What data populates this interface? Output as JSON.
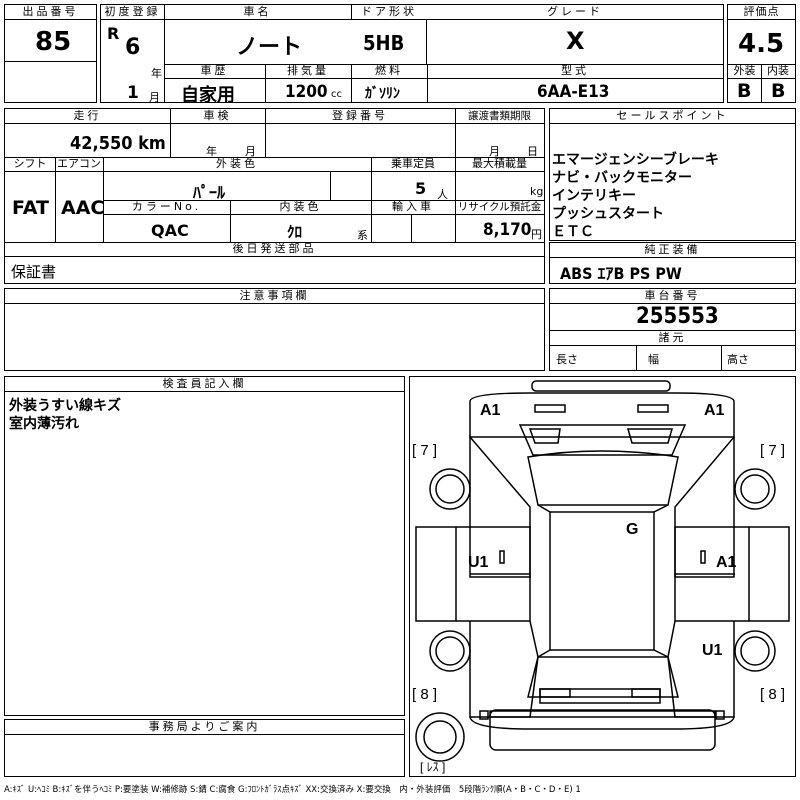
{
  "header": {
    "lot_label": "出品番号",
    "lot_value": "85",
    "first_reg_label": "初度登録",
    "era": "R",
    "reg_year": "6",
    "year_unit": "年",
    "reg_month": "1",
    "month_unit": "月",
    "name_label": "車名",
    "name_value": "ノート",
    "door_label": "ドア形状",
    "door_value": "5HB",
    "grade_label": "グレード",
    "grade_value": "X",
    "score_label": "評価点",
    "score_value": "4.5",
    "history_label": "車歴",
    "history_value": "自家用",
    "displacement_label": "排気量",
    "displacement_value": "1200",
    "displacement_unit": "cc",
    "fuel_label": "燃料",
    "fuel_value": "ｶﾞｿﾘﾝ",
    "model_label": "型式",
    "model_value": "6AA-E13",
    "exterior_label": "外装",
    "exterior_value": "B",
    "interior_label": "内装",
    "interior_value": "B"
  },
  "row2": {
    "mileage_label": "走行",
    "mileage_value": "42,550 km",
    "inspection_label": "車検",
    "inspection_year_unit": "年",
    "inspection_month_unit": "月",
    "regno_label": "登録番号",
    "transfer_label": "譲渡書類期限",
    "transfer_month_unit": "月",
    "transfer_day_unit": "日",
    "shift_label": "シフト",
    "shift_value": "FAT",
    "ac_label": "エアコン",
    "ac_value": "AAC",
    "color_label": "外装色",
    "color_value": "ﾊﾟｰﾙ",
    "capacity_label": "乗車定員",
    "capacity_value": "5",
    "capacity_unit": "人",
    "load_label": "最大積載量",
    "load_unit": "kg",
    "colorno_label": "カラーNo.",
    "colorno_value": "QAC",
    "intcolor_label": "内装色",
    "intcolor_value": "ｸﾛ",
    "intcolor_unit": "系",
    "import_label": "輸入車",
    "recycle_label": "リサイクル預託金",
    "recycle_value": "8,170",
    "recycle_unit": "円"
  },
  "later_parts": {
    "label": "後日発送部品",
    "value": "保証書"
  },
  "notes": {
    "label": "注意事項欄"
  },
  "sales_points": {
    "label": "セールスポイント",
    "items": [
      "エマージェンシーブレーキ",
      "ナビ・バックモニター",
      "インテリキー",
      "プッシュスタート",
      "ＥＴＣ"
    ]
  },
  "equipment": {
    "label": "純正装備",
    "value": "ABS ｴｱB PS PW"
  },
  "chassis": {
    "label": "車台番号",
    "value": "255553"
  },
  "specs": {
    "label": "諸元",
    "length": "長さ",
    "width": "幅",
    "height": "高さ"
  },
  "inspector": {
    "label": "検査員記入欄",
    "lines": [
      "外装うすい線キズ",
      "室内薄汚れ"
    ]
  },
  "office": {
    "label": "事務局よりご案内"
  },
  "diagram": {
    "front_left": "A1",
    "front_right": "A1",
    "side_left": "U1",
    "side_right": "A1",
    "rear_right": "U1",
    "glass": "G",
    "tire_fl": "[ 7 ]",
    "tire_fr": "[ 7 ]",
    "tire_rl": "[ 8 ]",
    "tire_rr": "[ 8 ]",
    "spare": "[ ﾚｽ ]"
  },
  "legend": "A:ｷｽﾞ U:ﾍｺﾐ B:ｷｽﾞを伴うﾍｺﾐ P:要塗装 W:補修跡 S:錆 C:腐食 G:ﾌﾛﾝﾄｶﾞﾗｽ点ｷｽﾞ XX:交換済み X:要交換　内・外装評価　5段階ﾗﾝｸ順(A・B・C・D・E) 1"
}
